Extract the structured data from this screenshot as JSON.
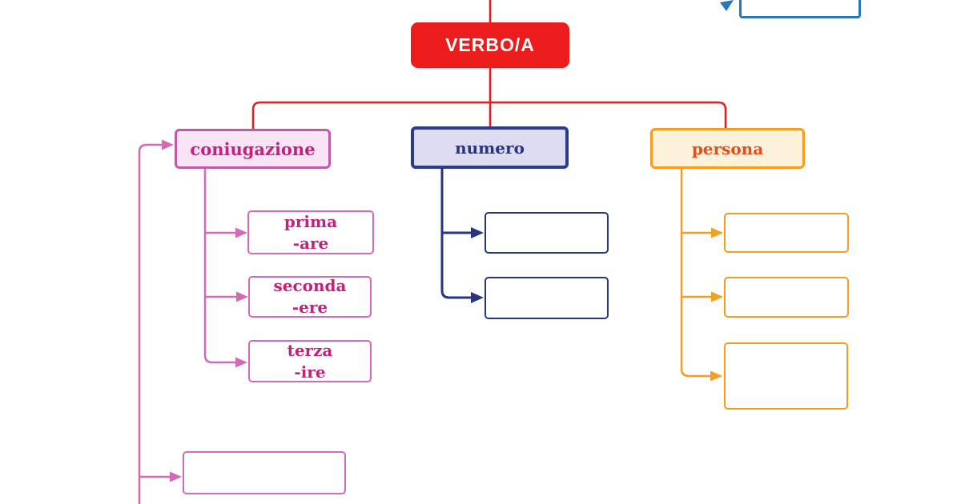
{
  "root": {
    "label": "VERBO/A"
  },
  "branches": {
    "coniugazione": {
      "label": "coniugazione",
      "children": [
        {
          "line1": "prima",
          "line2": "-are"
        },
        {
          "line1": "seconda",
          "line2": "-ere"
        },
        {
          "line1": "terza",
          "line2": "-ire"
        }
      ],
      "floating_child": {
        "label": ""
      }
    },
    "numero": {
      "label": "numero",
      "children": [
        {
          "label": ""
        },
        {
          "label": ""
        }
      ]
    },
    "persona": {
      "label": "persona",
      "children": [
        {
          "label": ""
        },
        {
          "label": ""
        },
        {
          "label": ""
        }
      ]
    }
  },
  "partial_top_right_box": {
    "label": ""
  },
  "colors": {
    "red": "#ed1c1c",
    "root_text": "#ffffff",
    "pink_border": "#bf5ca9",
    "pink_fill": "#f8e4f4",
    "pink_text": "#c2217c",
    "pink_line": "#d26ab5",
    "navy": "#2b3a8c",
    "navy_fill": "#dddcf0",
    "navy_text": "#28357f",
    "orange": "#f69d20",
    "orange_fill": "#fcf2da",
    "orange_text": "#e34d1a",
    "blue": "#2777bb",
    "background": "#ffffff"
  }
}
